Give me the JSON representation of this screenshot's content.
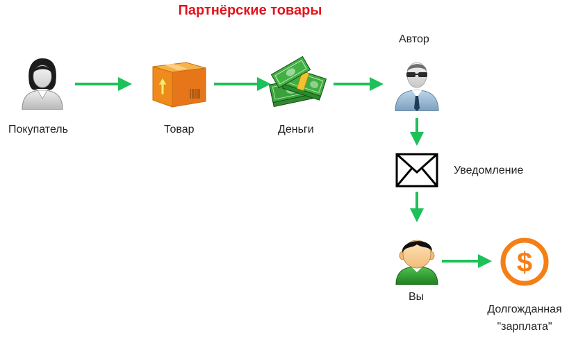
{
  "title": "Партнёрские товары",
  "nodes": {
    "buyer": "Покупатель",
    "product": "Товар",
    "money": "Деньги",
    "author": "Автор",
    "notification": "Уведомление",
    "you": "Вы",
    "salary_line1": "Долгожданная",
    "salary_line2": "\"зарплата\""
  },
  "colors": {
    "title": "#e3141b",
    "arrow": "#1ec05a",
    "dollar": "#f57f17"
  }
}
